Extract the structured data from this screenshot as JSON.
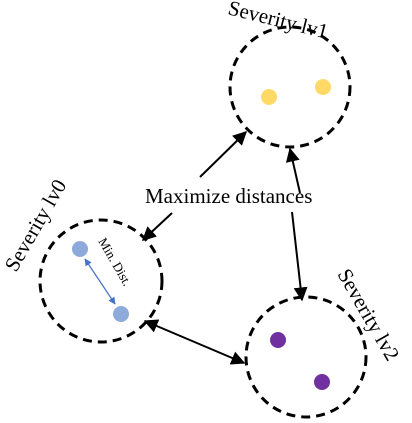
{
  "labels": {
    "lv0": "Severity lv0",
    "lv1": "Severity lv1",
    "lv2": "Severity lv2",
    "center": "Maximize distances",
    "min": "Min. Dist."
  },
  "colors": {
    "lv0": "#8eaadb",
    "lv1": "#ffd966",
    "lv2": "#7030a0",
    "arrow_small": "#4472c4",
    "stroke": "#000000"
  }
}
